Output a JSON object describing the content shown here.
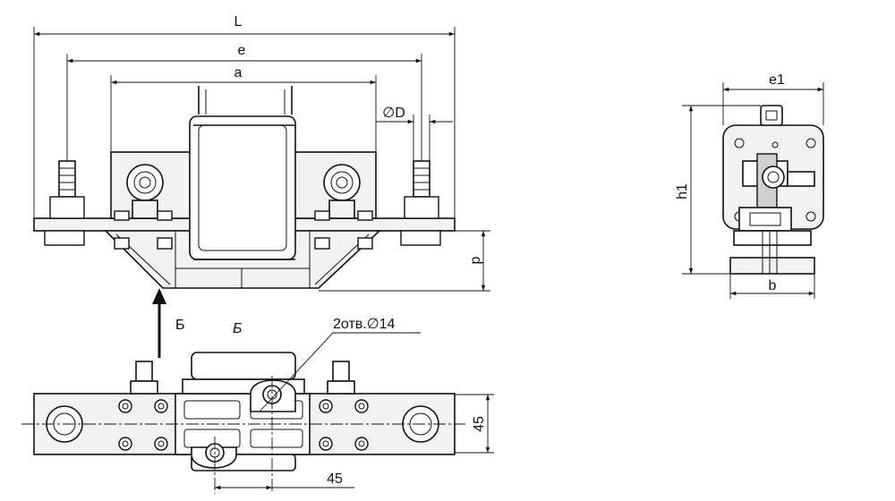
{
  "labels": {
    "L": "L",
    "e": "e",
    "a": "a",
    "D": "∅D",
    "p": "p",
    "e1": "e1",
    "h1": "h1",
    "b": "b",
    "view_arrow": "Б",
    "view_title": "Б",
    "holes": "2отв.∅14",
    "dim_45_right": "45",
    "dim_45_bottom": "45"
  }
}
